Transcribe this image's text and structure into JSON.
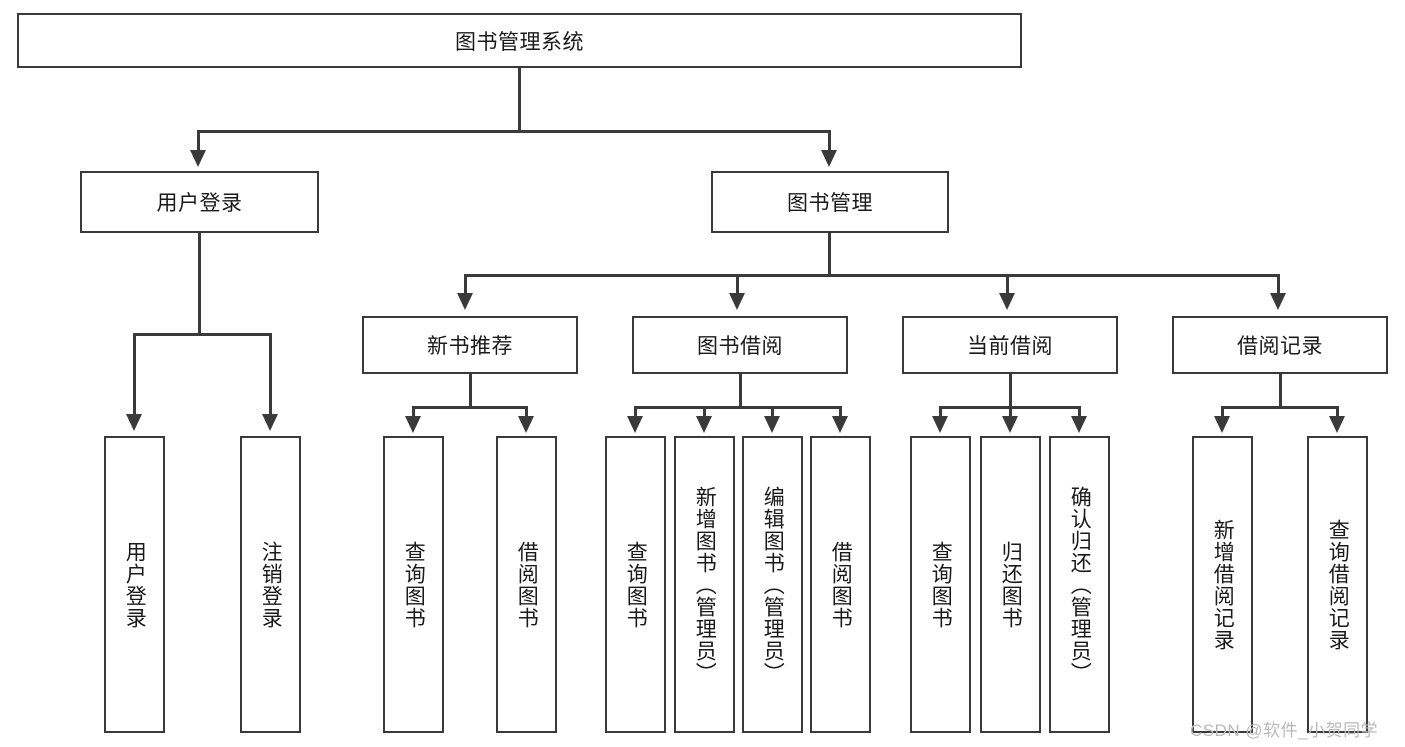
{
  "diagram": {
    "type": "tree-hierarchy",
    "title": "图书管理系统",
    "root": {
      "label": "图书管理系统"
    },
    "level2": [
      {
        "id": "user-login",
        "label": "用户登录"
      },
      {
        "id": "book-management",
        "label": "图书管理"
      }
    ],
    "level3": [
      {
        "id": "new-book-recommend",
        "label": "新书推荐",
        "parent": "book-management"
      },
      {
        "id": "book-borrow",
        "label": "图书借阅",
        "parent": "book-management"
      },
      {
        "id": "current-borrow",
        "label": "当前借阅",
        "parent": "book-management"
      },
      {
        "id": "borrow-record",
        "label": "借阅记录",
        "parent": "book-management"
      }
    ],
    "leaves": [
      {
        "id": "leaf-user-login",
        "label": "用户登录",
        "parent": "user-login"
      },
      {
        "id": "leaf-logout-login",
        "label": "注销登录",
        "parent": "user-login"
      },
      {
        "id": "leaf-query-book-1",
        "label": "查询图书",
        "parent": "new-book-recommend"
      },
      {
        "id": "leaf-borrow-book-1",
        "label": "借阅图书",
        "parent": "new-book-recommend"
      },
      {
        "id": "leaf-query-book-2",
        "label": "查询图书",
        "parent": "book-borrow"
      },
      {
        "id": "leaf-add-book",
        "label": "新增图书（管理员）",
        "parent": "book-borrow"
      },
      {
        "id": "leaf-edit-book",
        "label": "编辑图书（管理员）",
        "parent": "book-borrow"
      },
      {
        "id": "leaf-borrow-book-2",
        "label": "借阅图书",
        "parent": "book-borrow"
      },
      {
        "id": "leaf-query-book-3",
        "label": "查询图书",
        "parent": "current-borrow"
      },
      {
        "id": "leaf-return-book",
        "label": "归还图书",
        "parent": "current-borrow"
      },
      {
        "id": "leaf-confirm-return",
        "label": "确认归还（管理员）",
        "parent": "current-borrow"
      },
      {
        "id": "leaf-add-borrow-record",
        "label": "新增借阅记录",
        "parent": "borrow-record"
      },
      {
        "id": "leaf-query-borrow-record",
        "label": "查询借阅记录",
        "parent": "borrow-record"
      }
    ],
    "colors": {
      "stroke": "#3a3a3a",
      "fill": "#ffffff",
      "text": "#1a1a1a",
      "watermark": "#b9b9b9"
    }
  },
  "watermark": {
    "text": "CSDN @软件_小贺同学"
  }
}
